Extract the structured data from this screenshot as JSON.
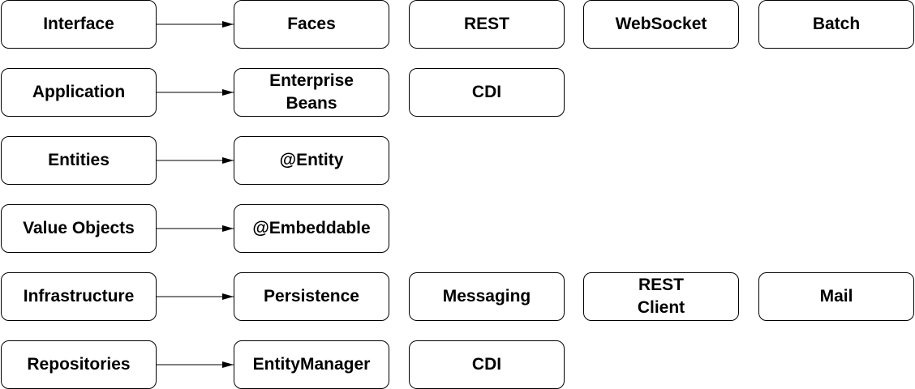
{
  "layers": [
    {
      "name": "Interface",
      "technologies": [
        "Faces",
        "REST",
        "WebSocket",
        "Batch"
      ]
    },
    {
      "name": "Application",
      "technologies": [
        "Enterprise\nBeans",
        "CDI"
      ]
    },
    {
      "name": "Entities",
      "technologies": [
        "@Entity"
      ]
    },
    {
      "name": "Value Objects",
      "technologies": [
        "@Embeddable"
      ]
    },
    {
      "name": "Infrastructure",
      "technologies": [
        "Persistence",
        "Messaging",
        "REST\nClient",
        "Mail"
      ]
    },
    {
      "name": "Repositories",
      "technologies": [
        "EntityManager",
        "CDI"
      ]
    }
  ]
}
